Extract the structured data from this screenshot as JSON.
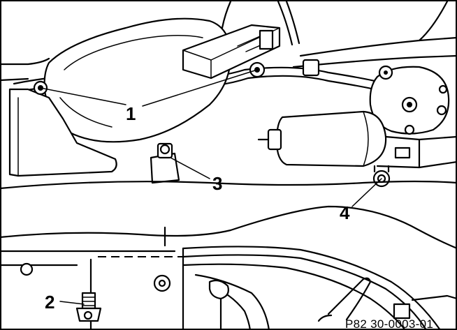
{
  "callouts": [
    {
      "id": "1",
      "label": "1"
    },
    {
      "id": "2",
      "label": "2"
    },
    {
      "id": "3",
      "label": "3"
    },
    {
      "id": "4",
      "label": "4"
    }
  ],
  "reference_code": "P82 30-0003-01"
}
